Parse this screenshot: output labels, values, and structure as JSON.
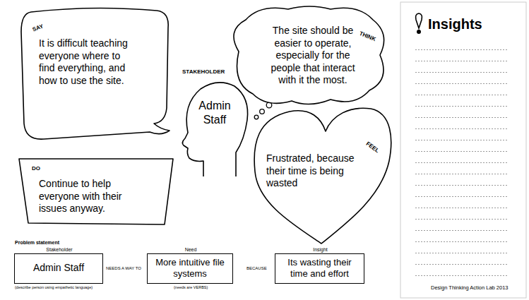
{
  "diagram": {
    "nodes": [
      {
        "text": [
          "SAY",
          "It is difficult teaching everyone where to find everything, and how to use the site."
        ]
      },
      {
        "text": [
          "STAKEHOLDER",
          "Admin Staff"
        ]
      },
      {
        "text": [
          "THINK",
          "The site should be easier to operate, especially for the people that interact with it the most."
        ]
      },
      {
        "text": [
          "DO",
          "Continue to help everyone with their issues anyway."
        ]
      },
      {
        "text": [
          "FEEL",
          "Frustrated, because their time is being wasted"
        ]
      },
      {
        "text": [
          "Stakeholder",
          "Admin Staff"
        ]
      },
      {
        "text": [
          "Need",
          "More intuitive file systems"
        ]
      },
      {
        "text": [
          "Insight",
          "Its wasting their time and effort"
        ]
      }
    ],
    "labels": [
      "Insights",
      "Problem statement",
      "NEEDS A WAY TO",
      "BECAUSE",
      "(describe person using empathetic language)",
      "(needs are VERBS)",
      "Design Thinking Action Lab 2013"
    ]
  }
}
